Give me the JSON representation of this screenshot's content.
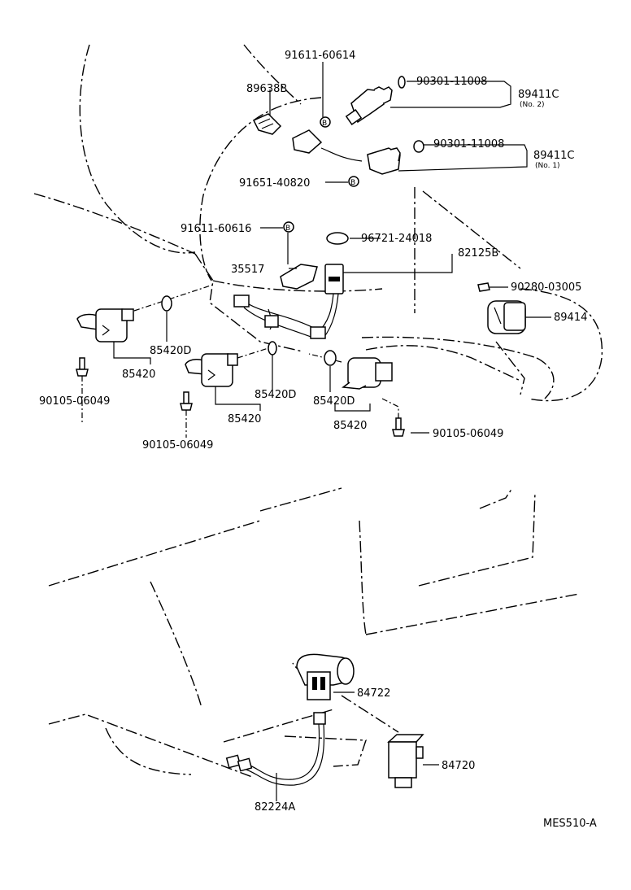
{
  "labels": {
    "p91611_60614": "91611-60614",
    "p89638B": "89638B",
    "p90301_11008_a": "90301-11008",
    "p89411C_a": "89411C",
    "no2": "(No. 2)",
    "p90301_11008_b": "90301-11008",
    "p89411C_b": "89411C",
    "no1": "(No. 1)",
    "p91651_40820": "91651-40820",
    "p91611_60616": "91611-60616",
    "p96721_24018": "96721-24018",
    "p82125B": "82125B",
    "p35517": "35517",
    "p90280_03005": "90280-03005",
    "p89414": "89414",
    "p85420D_a": "85420D",
    "p85420_a": "85420",
    "p90105_06049_a": "90105-06049",
    "p85420D_b": "85420D",
    "p85420_b": "85420",
    "p90105_06049_b": "90105-06049",
    "p85420D_c": "85420D",
    "p85420_c": "85420",
    "p90105_06049_c": "90105-06049",
    "p84722": "84722",
    "p84720": "84720",
    "p82224A": "82224A",
    "code": "MES510-A"
  }
}
